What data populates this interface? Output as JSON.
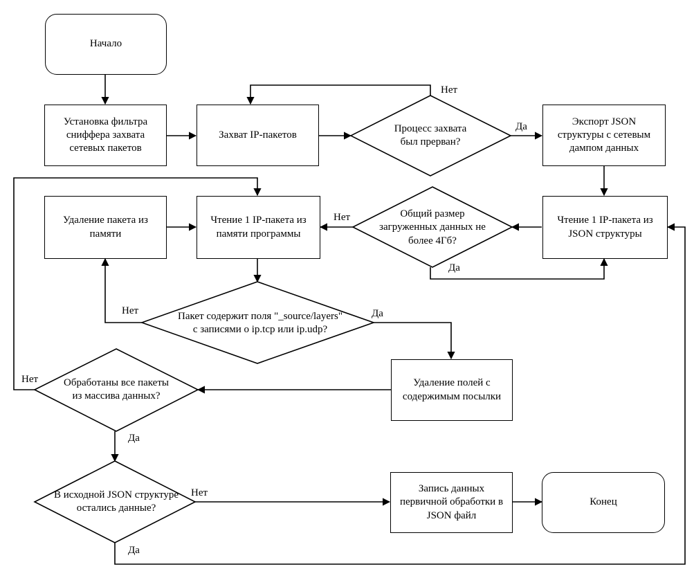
{
  "nodes": {
    "start": "Начало",
    "filter": "Установка фильтра сниффера захвата сетевых пакетов",
    "capture": "Захват IP-пакетов",
    "interrupted": "Процесс захвата был прерван?",
    "export": "Экспорт JSON структуры с сетевым дампом данных",
    "read_json": "Чтение 1 IP-пакета из JSON структуры",
    "size_check": "Общий размер загруженных данных не более 4Гб?",
    "read_memory": "Чтение 1 IP-пакета из памяти программы",
    "delete_packet": "Удаление пакета из памяти",
    "fields_check": "Пакет содержит поля \"_source/layers\" с записями о ip.tcp или ip.udp?",
    "delete_fields": "Удаление полей с содержимым посылки",
    "all_processed": "Обработаны все пакеты из массива данных?",
    "data_left": "В исходной JSON структуре остались данные?",
    "write": "Запись данных первичной обработки в JSON файл",
    "end": "Конец"
  },
  "edge_labels": {
    "interrupted_no": "Нет",
    "interrupted_yes": "Да",
    "size_no": "Нет",
    "size_yes": "Да",
    "fields_no": "Нет",
    "fields_yes": "Да",
    "processed_no": "Нет",
    "processed_yes": "Да",
    "left_no": "Нет",
    "left_yes": "Да"
  }
}
